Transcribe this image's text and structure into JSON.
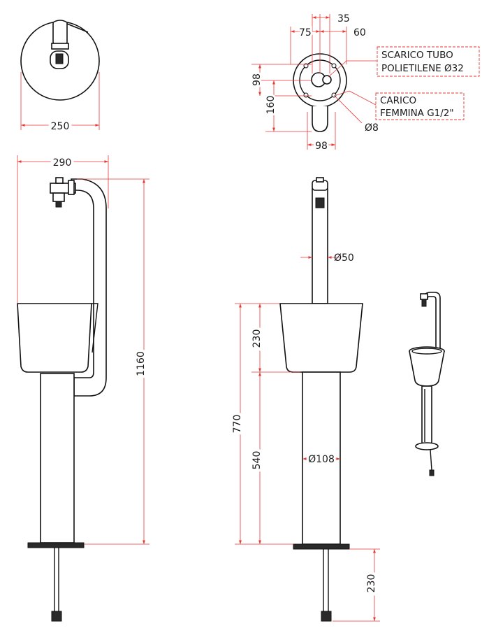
{
  "dimensions": {
    "top_view_diameter": "250",
    "d35": "35",
    "d75": "75",
    "d60": "60",
    "d98_left": "98",
    "d160": "160",
    "d98_bottom": "98",
    "d8": "Ø8",
    "width_290": "290",
    "height_1160": "1160",
    "pipe_dia": "Ø50",
    "bowl_height": "230",
    "column_770": "770",
    "column_540": "540",
    "column_dia": "Ø108",
    "hose_230": "230"
  },
  "notes": {
    "scarico_line1": "SCARICO TUBO",
    "scarico_line2": "POLIETILENE Ø32",
    "carico_line1": "CARICO",
    "carico_line2": "FEMMINA G1/2\""
  },
  "colors": {
    "dimension_lines": "#e53935",
    "outline": "#111111",
    "background": "#ffffff"
  }
}
